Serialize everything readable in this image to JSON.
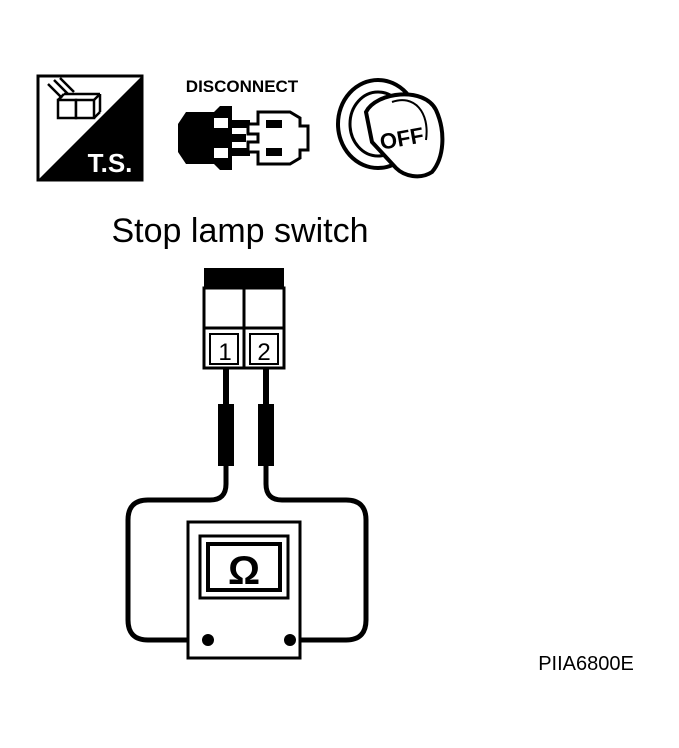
{
  "icons": {
    "ts": {
      "label": "T.S.",
      "icon": "ts-connector-icon"
    },
    "disconnect": {
      "label": "DISCONNECT",
      "icon": "disconnect-connector-icon"
    },
    "ignition": {
      "label": "OFF",
      "icon": "ignition-key-off-icon"
    }
  },
  "component": {
    "title": "Stop lamp switch",
    "terminals": [
      "1",
      "2"
    ]
  },
  "meter": {
    "symbol": "Ω",
    "icon": "ohmmeter-icon"
  },
  "figure_id": "PIIA6800E",
  "colors": {
    "ink": "#000000",
    "paper": "#ffffff"
  }
}
